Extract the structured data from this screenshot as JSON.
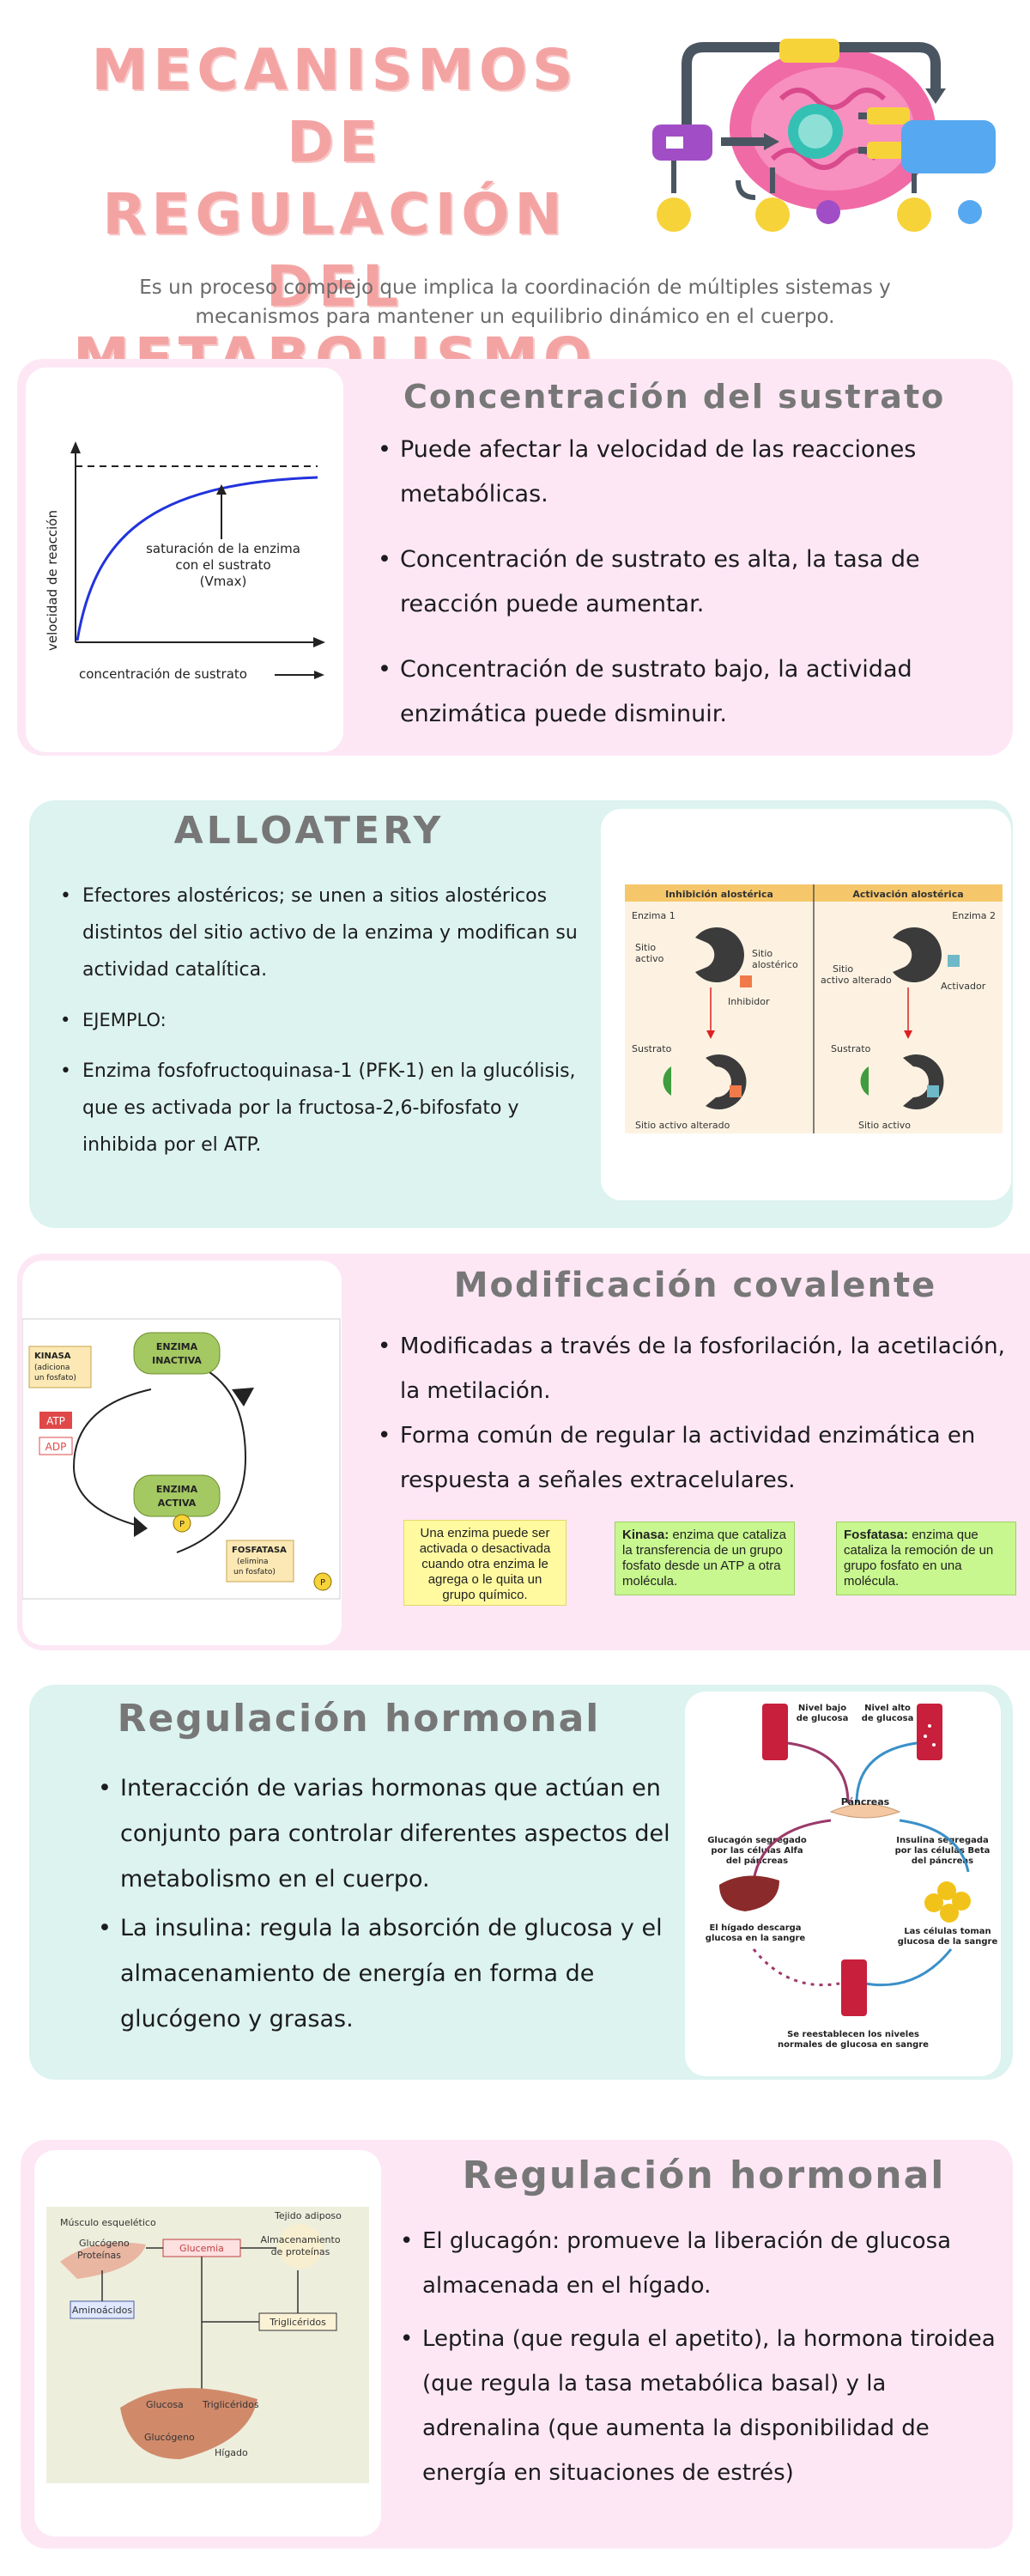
{
  "header": {
    "title_line1": "MECANISMOS DE",
    "title_line2": "REGULACIÓN DEL",
    "title_line3": "METABOLISMO",
    "subtitle": "Es un proceso complejo que implica la coordinación de múltiples sistemas y mecanismos para mantener un equilibrio dinámico en el cuerpo."
  },
  "section1": {
    "title": "Concentración del sustrato",
    "bullets": [
      "Puede afectar la velocidad de las reacciones metabólicas.",
      "Concentración de sustrato es alta, la tasa de reacción puede aumentar.",
      "Concentración de sustrato bajo, la actividad enzimática puede disminuir."
    ],
    "figure": {
      "ylabel": "velocidad de reacción",
      "xlabel": "concentración de sustrato",
      "annotation_1": "saturación de la enzima",
      "annotation_2": "con el sustrato",
      "annotation_3": "(Vmax)"
    }
  },
  "section2": {
    "title": "ALLOATERY",
    "bullets": [
      "Efectores alostéricos; se unen a sitios alostéricos distintos del sitio activo de la enzima y modifican su actividad catalítica.",
      "EJEMPLO:",
      "Enzima fosfofructoquinasa-1 (PFK-1) en la glucólisis, que es activada por la fructosa-2,6-bifosfato y inhibida por el ATP."
    ],
    "figure": {
      "header_left": "Inhibición alostérica",
      "header_right": "Activación alostérica",
      "enzima1": "Enzima 1",
      "enzima2": "Enzima 2",
      "sitio_activo_1": "Sitio",
      "sitio_activo_2": "activo",
      "sitio_alosterico_1": "Sitio",
      "sitio_alosterico_2": "alostérico",
      "inhibidor": "Inhibidor",
      "activador": "Activador",
      "sitio_alterado_1": "Sitio",
      "sitio_alterado_2": "activo alterado",
      "sustrato_left": "Sustrato",
      "sustrato_right": "Sustrato",
      "sitio_activo_alterado": "Sitio activo alterado",
      "sitio_activo": "Sitio activo"
    }
  },
  "section3": {
    "title": "Modificación covalente",
    "bullets": [
      "Modificadas a través de la fosforilación, la acetilación, la metilación.",
      "Forma común de regular la actividad enzimática en respuesta a señales extracelulares."
    ],
    "notes": {
      "note1": "Una enzima puede ser activada o desactivada cuando otra enzima le agrega o le quita un grupo químico.",
      "note2_bold": "Kinasa:",
      "note2_text": " enzima que cataliza la transferencia de un grupo fosfato desde un ATP a otra molécula.",
      "note3_bold": "Fosfatasa:",
      "note3_text": " enzima que cataliza la remoción de un grupo fosfato en una molécula."
    },
    "figure": {
      "enzima_inactiva_1": "ENZIMA",
      "enzima_inactiva_2": "INACTIVA",
      "enzima_activa_1": "ENZIMA",
      "enzima_activa_2": "ACTIVA",
      "kinasa_1": "KINASA",
      "kinasa_2": "(adiciona",
      "kinasa_3": "un fosfato)",
      "atp": "ATP",
      "adp": "ADP",
      "fosfatasa_1": "FOSFATASA",
      "fosfatasa_2": "(elimina",
      "fosfatasa_3": "un fosfato)",
      "p": "P"
    }
  },
  "section4": {
    "title": "Regulación hormonal",
    "bullets": [
      "Interacción de varias hormonas que actúan en conjunto para controlar diferentes aspectos del metabolismo en el cuerpo.",
      "La insulina: regula la absorción de glucosa y el almacenamiento de energía en forma de glucógeno y grasas."
    ],
    "figure": {
      "nivel_bajo_1": "Nivel bajo",
      "nivel_bajo_2": "de glucosa",
      "nivel_alto_1": "Nivel alto",
      "nivel_alto_2": "de glucosa",
      "pancreas": "Páncreas",
      "glucagon_1": "Glucagón segregado",
      "glucagon_2": "por las células Alfa",
      "glucagon_3": "del páncreas",
      "insulina_1": "Insulina segregada",
      "insulina_2": "por las células Beta",
      "insulina_3": "del páncreas",
      "higado_1": "El hígado descarga",
      "higado_2": "glucosa en la sangre",
      "celulas_1": "Las células toman",
      "celulas_2": "glucosa de la sangre",
      "restablecen_1": "Se reestablecen los niveles",
      "restablecen_2": "normales de glucosa en sangre"
    }
  },
  "section5": {
    "title": "Regulación hormonal",
    "bullets": [
      "El glucagón: promueve la liberación de glucosa almacenada en el hígado.",
      "Leptina (que regula el apetito), la hormona tiroidea (que regula la tasa metabólica basal) y la adrenalina (que aumenta la disponibilidad de energía en situaciones de estrés)"
    ],
    "figure": {
      "musculo": "Músculo esquelético",
      "tejido": "Tejido adiposo",
      "glucogeno_top": "Glucógeno",
      "proteinas": "Proteínas",
      "glucemia": "Glucemia",
      "almacenamiento_1": "Almacenamiento",
      "almacenamiento_2": "de proteínas",
      "aminoacidos": "Aminoácidos",
      "trigliceridos_box": "Triglicéridos",
      "glucosa": "Glucosa",
      "trigliceridos_liver": "Triglicéridos",
      "glucogeno_liver": "Glucógeno",
      "higado": "Hígado"
    }
  }
}
